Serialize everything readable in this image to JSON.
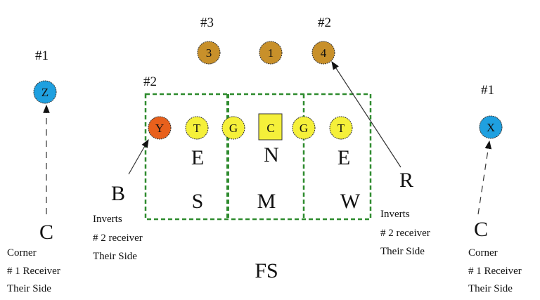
{
  "colors": {
    "receiver_outside": "#1fa0e0",
    "receiver_slot": "#e8601c",
    "offensive_line": "#f5f03a",
    "backfield": "#c8902a",
    "zone_box": "#2e8b2e"
  },
  "backfield": {
    "labels": [
      "#3",
      "#2"
    ],
    "players": [
      "3",
      "1",
      "4"
    ]
  },
  "left": {
    "number_label": "#1",
    "receiver": "Z",
    "defender": "C",
    "note": [
      "Corner",
      "# 1 Receiver",
      "Their  Side"
    ]
  },
  "slot": {
    "number_label": "#2",
    "receiver": "Y",
    "defender": "B",
    "note": [
      "Inverts",
      "# 2 receiver",
      "Their  Side"
    ]
  },
  "line": [
    "T",
    "G",
    "C",
    "G",
    "T"
  ],
  "front": [
    "E",
    "N",
    "E"
  ],
  "linebackers": [
    "S",
    "M",
    "W"
  ],
  "right_rover": {
    "defender": "R",
    "note": [
      "Inverts",
      "# 2 receiver",
      "Their  Side"
    ]
  },
  "right": {
    "number_label": "#1",
    "receiver": "X",
    "defender": "C",
    "note": [
      "Corner",
      "# 1 Receiver",
      "Their  Side"
    ]
  },
  "safety": "FS"
}
